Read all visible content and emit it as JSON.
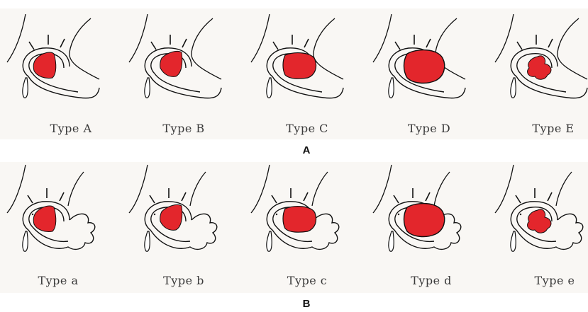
{
  "rows": [
    {
      "letter": "A",
      "types": [
        {
          "label": "Type A"
        },
        {
          "label": "Type B"
        },
        {
          "label": "Type C"
        },
        {
          "label": "Type D"
        },
        {
          "label": "Type E"
        }
      ]
    },
    {
      "letter": "B",
      "types": [
        {
          "label": "Type a"
        },
        {
          "label": "Type b"
        },
        {
          "label": "Type c"
        },
        {
          "label": "Type d"
        },
        {
          "label": "Type e"
        }
      ]
    }
  ],
  "colors": {
    "lesion": "#e3262c",
    "outline": "#111111",
    "panel_background": "#f9f7f4",
    "label_text": "#3a3a3a"
  }
}
